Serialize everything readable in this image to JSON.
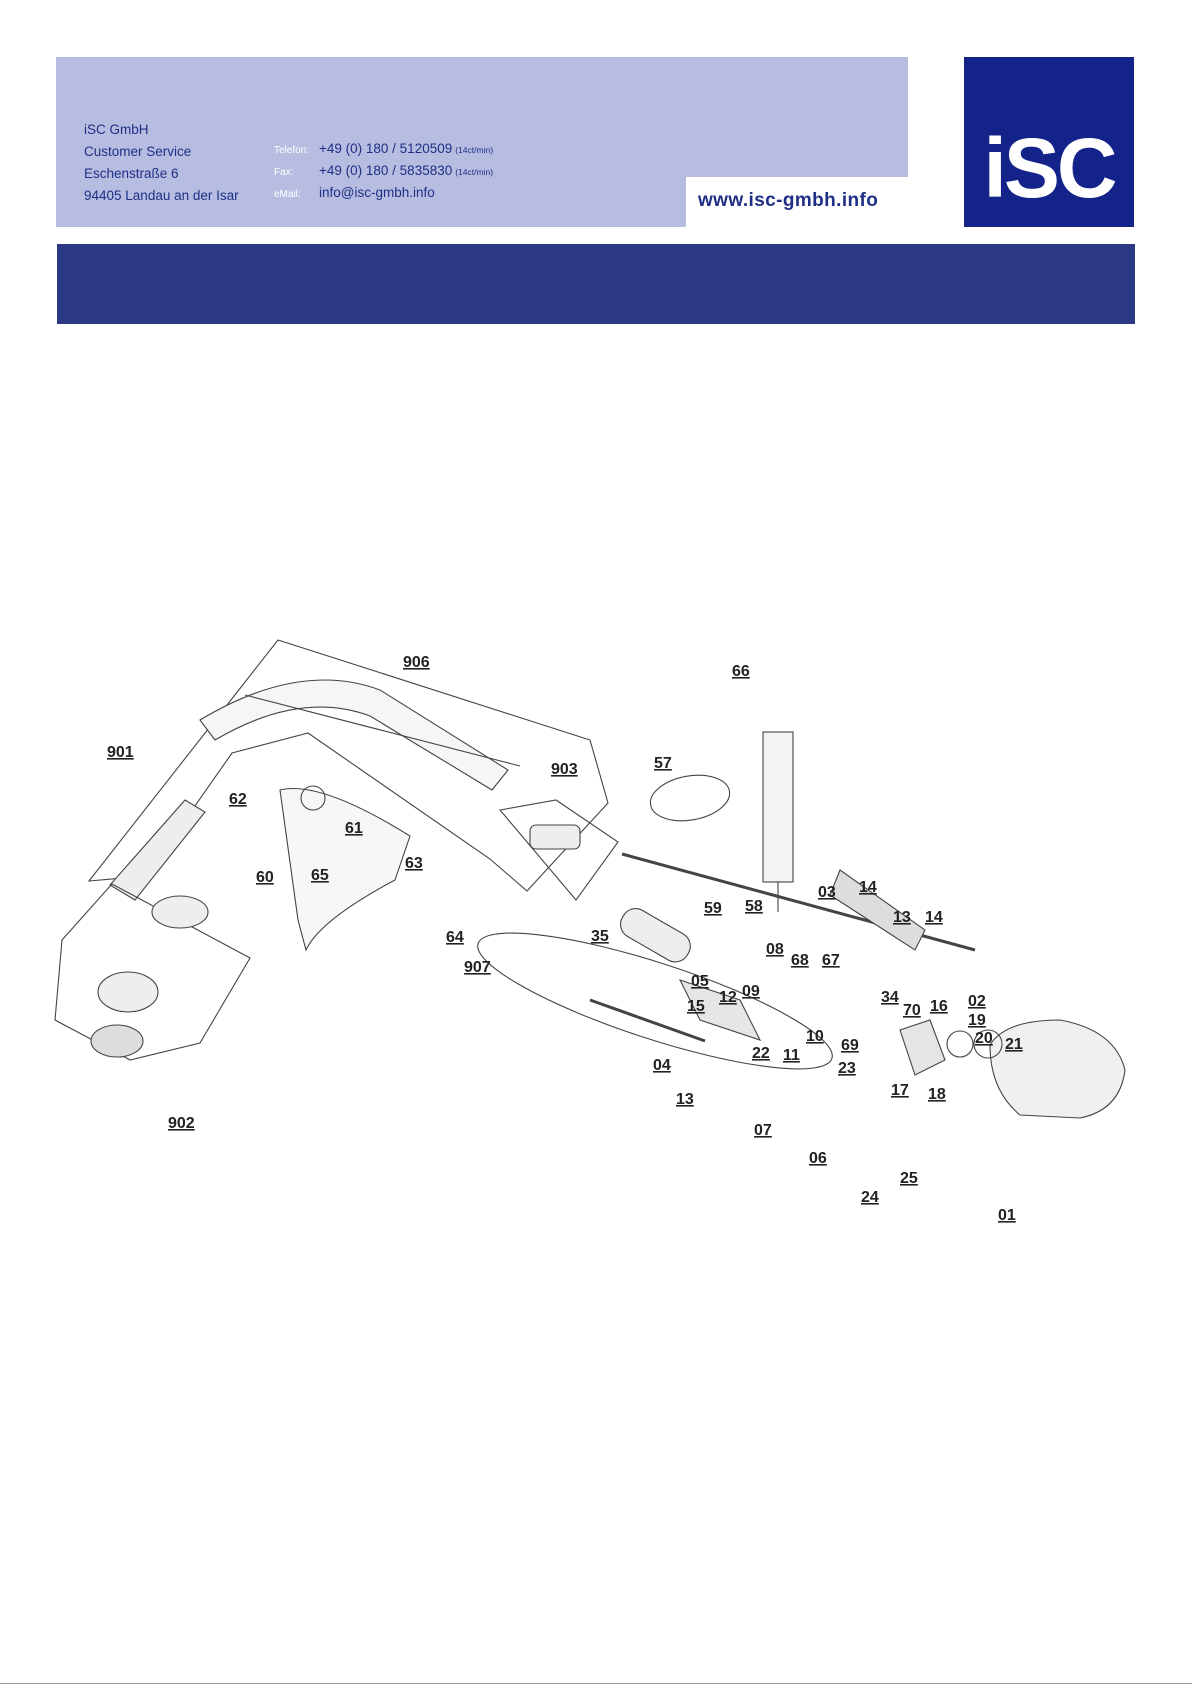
{
  "header": {
    "company_lines": [
      "iSC GmbH",
      "Customer Service",
      "Eschenstraße 6",
      "94405 Landau an der Isar"
    ],
    "contacts": [
      {
        "label": "Telefon:",
        "value": "+49 (0) 180 / 5120509",
        "note": "(14ct/min)"
      },
      {
        "label": "Fax:",
        "value": "+49 (0) 180 / 5835830",
        "note": "(14ct/min)"
      },
      {
        "label": "eMail:",
        "value": "info@isc-gmbh.info",
        "note": ""
      }
    ],
    "website": "www.isc-gmbh.info",
    "logo_text": "iSC"
  },
  "colors": {
    "info_box": "#b6bde0",
    "brand_dark": "#13238a",
    "banner": "#2a3886",
    "text_blue": "#1f2f86"
  },
  "diagram": {
    "part_labels": [
      "906",
      "66",
      "901",
      "903",
      "57",
      "62",
      "61",
      "63",
      "60",
      "65",
      "64",
      "59",
      "58",
      "03",
      "14",
      "13",
      "14",
      "907",
      "35",
      "08",
      "68",
      "67",
      "05",
      "09",
      "12",
      "15",
      "34",
      "70",
      "16",
      "02",
      "19",
      "20",
      "21",
      "22",
      "11",
      "10",
      "69",
      "04",
      "23",
      "13",
      "17",
      "18",
      "07",
      "06",
      "25",
      "24",
      "01",
      "902"
    ]
  }
}
